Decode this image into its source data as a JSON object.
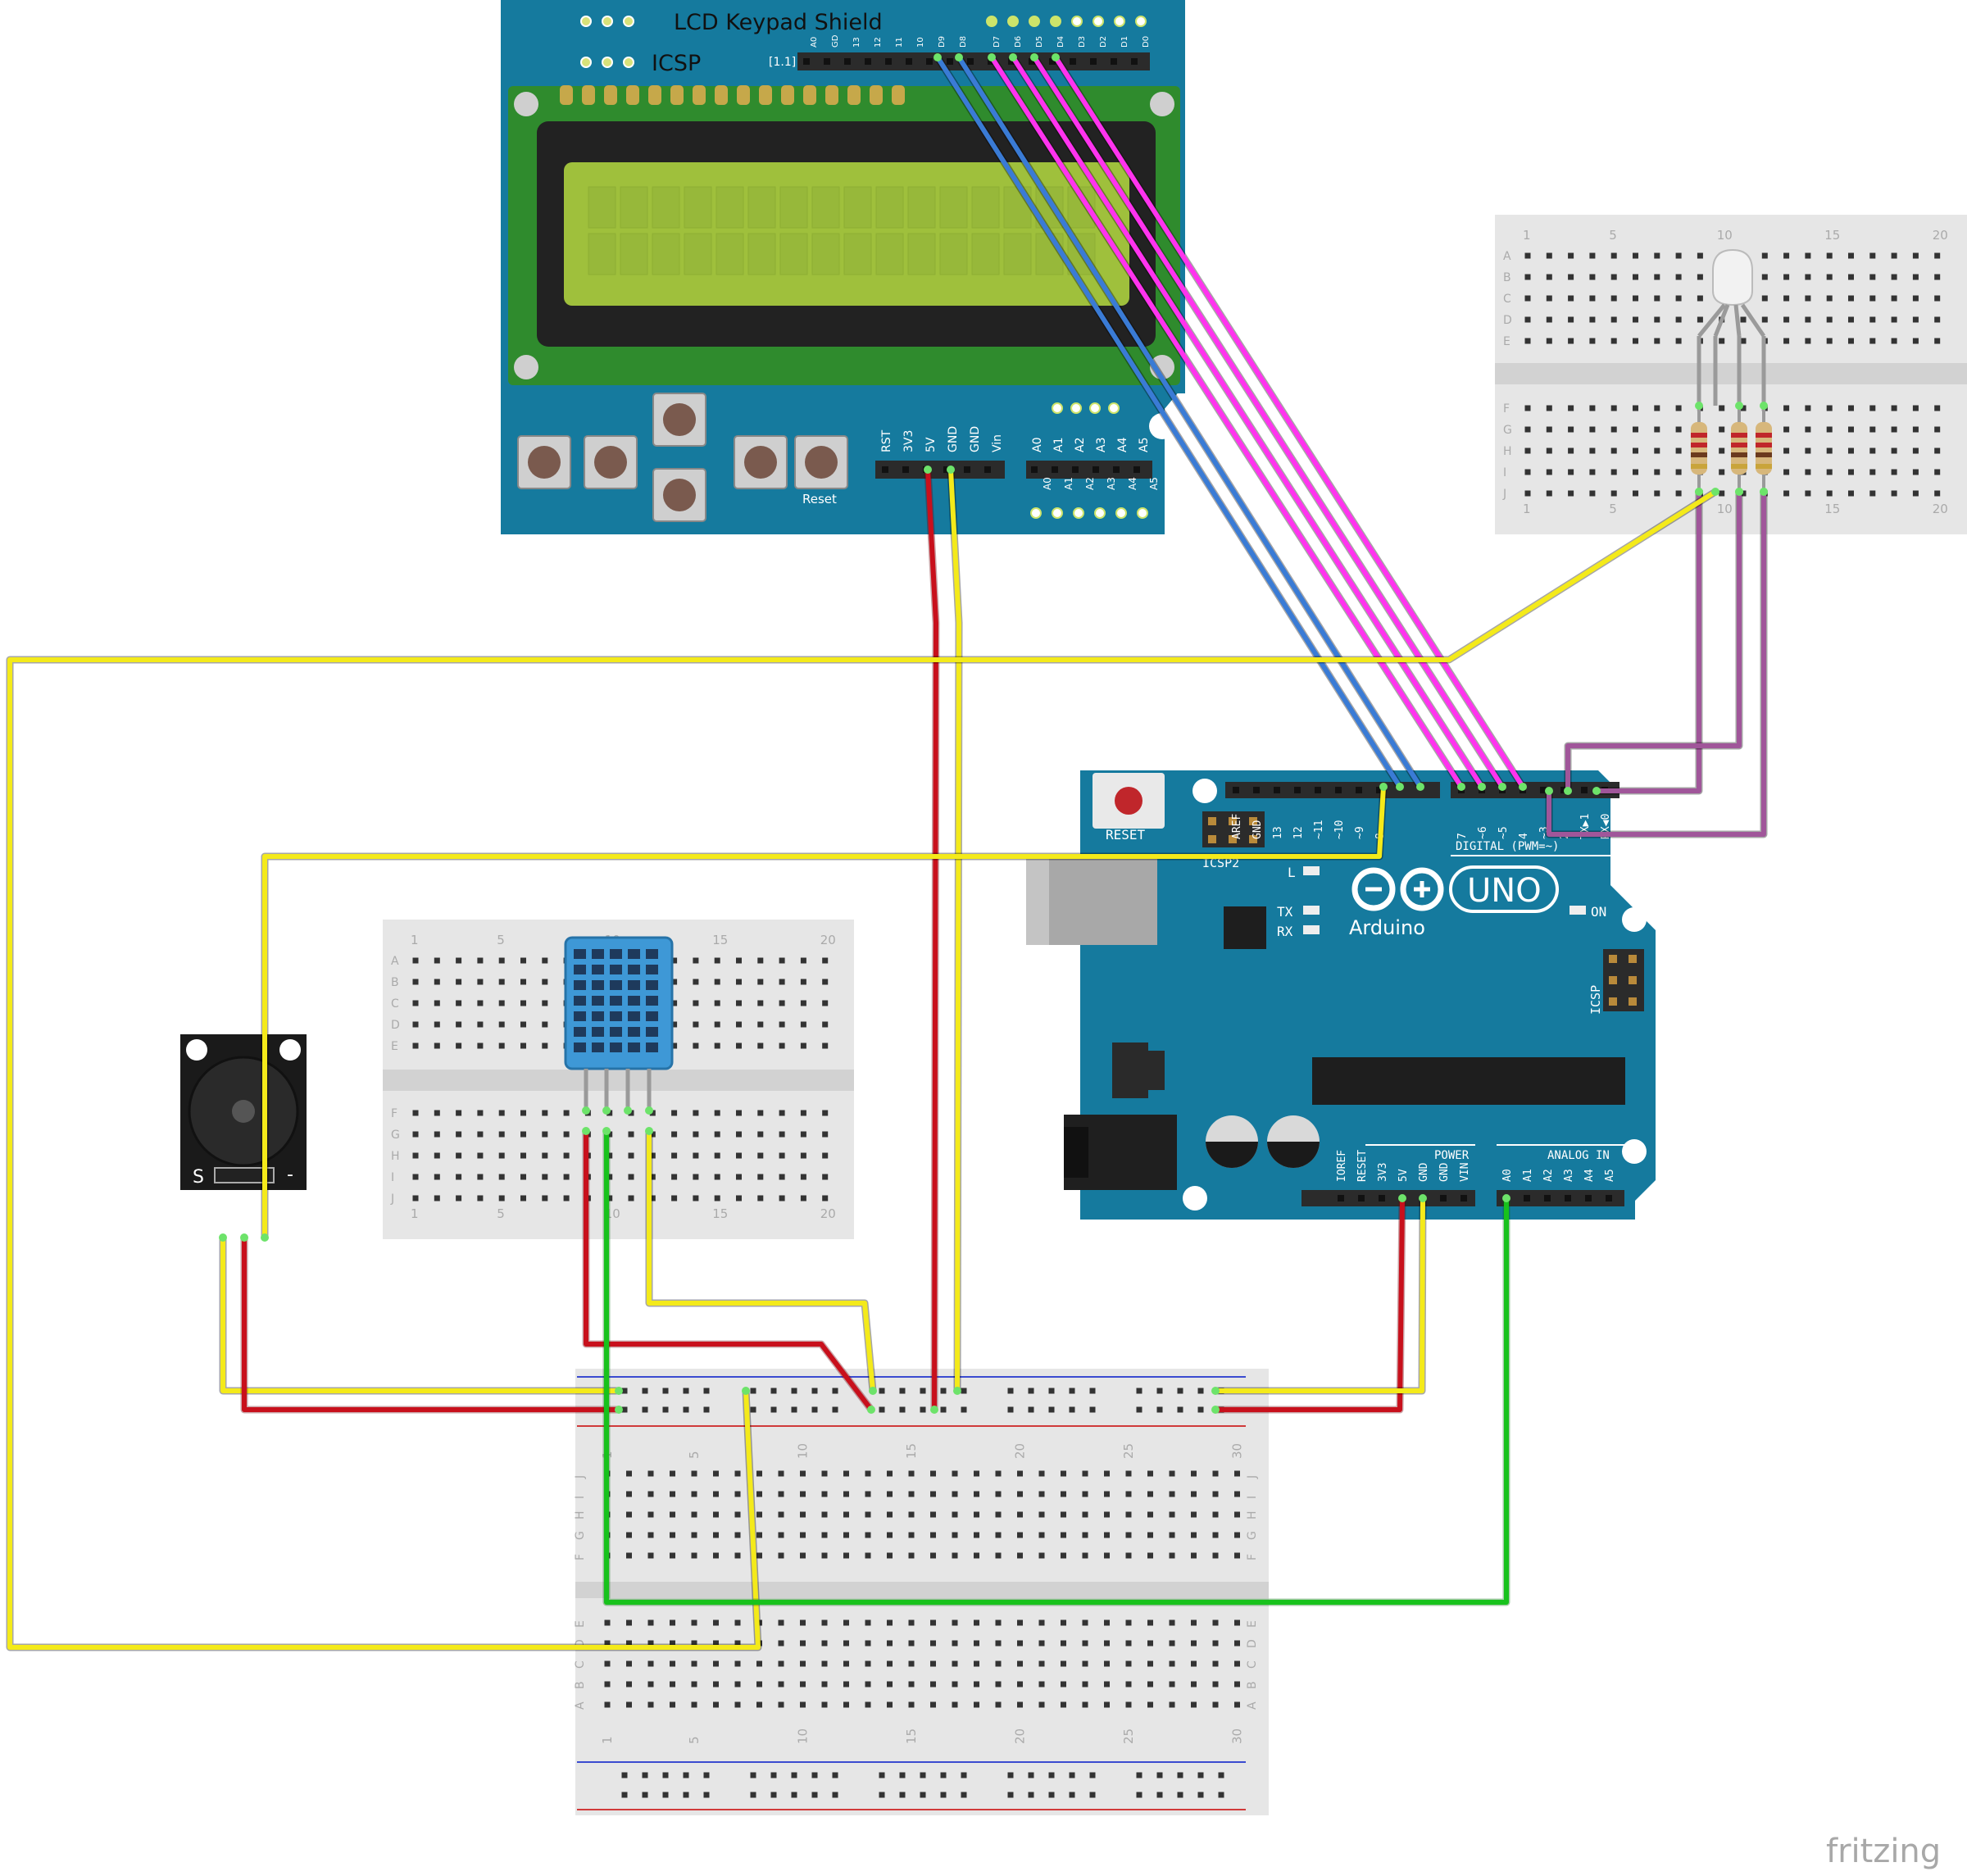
{
  "lcd_shield": {
    "title": "LCD Keypad Shield",
    "icsp": "ICSP",
    "header_ref": "[1.1]",
    "top_pins": [
      "A0",
      "GD",
      "13",
      "12",
      "11",
      "10",
      "D9",
      "D8",
      "D7",
      "D6",
      "D5",
      "D4",
      "D3",
      "D2",
      "D1",
      "D0"
    ],
    "power_pins": [
      "RST",
      "3V3",
      "5V",
      "GND",
      "GND",
      "Vin"
    ],
    "analog_pins": [
      "A0",
      "A1",
      "A2",
      "A3",
      "A4",
      "A5"
    ],
    "reset_label": "Reset"
  },
  "arduino": {
    "reset_label": "RESET",
    "brand": "Arduino",
    "model": "UNO",
    "digital_label": "DIGITAL (PWM=~)",
    "power_label": "POWER",
    "analog_label": "ANALOG IN",
    "icsp2_label": "ICSP2",
    "icsp_label": "ICSP",
    "led_l": "L",
    "led_tx": "TX",
    "led_rx": "RX",
    "led_on": "ON",
    "digital_pins": [
      "AREF",
      "GND",
      "13",
      "12",
      "~11",
      "~10",
      "~9",
      "8",
      "7",
      "~6",
      "~5",
      "4",
      "~3",
      "2",
      "TX▶1",
      "RX◀0"
    ],
    "power_pins": [
      "IOREF",
      "RESET",
      "3V3",
      "5V",
      "GND",
      "GND",
      "VIN"
    ],
    "analog_pins": [
      "A0",
      "A1",
      "A2",
      "A3",
      "A4",
      "A5"
    ]
  },
  "breadboard_small": {
    "rows_top": [
      "A",
      "B",
      "C",
      "D",
      "E"
    ],
    "rows_bottom": [
      "F",
      "G",
      "H",
      "I",
      "J"
    ],
    "col_labels": [
      "1",
      "5",
      "10",
      "15",
      "20"
    ]
  },
  "breadboard_large": {
    "rows_top": [
      "J",
      "I",
      "H",
      "G",
      "F"
    ],
    "rows_bottom": [
      "E",
      "D",
      "C",
      "B",
      "A"
    ],
    "col_labels": [
      "1",
      "5",
      "10",
      "15",
      "20",
      "25",
      "30"
    ]
  },
  "buzzer": {
    "label_s": "S",
    "label_minus": "-"
  },
  "watermark": "fritzing",
  "colors": {
    "wire_yellow": "#f4ea1a",
    "wire_red": "#c8101c",
    "wire_green": "#18c21c",
    "wire_blue": "#3a7bd5",
    "wire_magenta": "#ff33ee",
    "wire_purple": "#a0569a",
    "board_teal": "#157a9e",
    "lcd_green": "#9fc03c",
    "breadboard": "#e6e6e6"
  }
}
